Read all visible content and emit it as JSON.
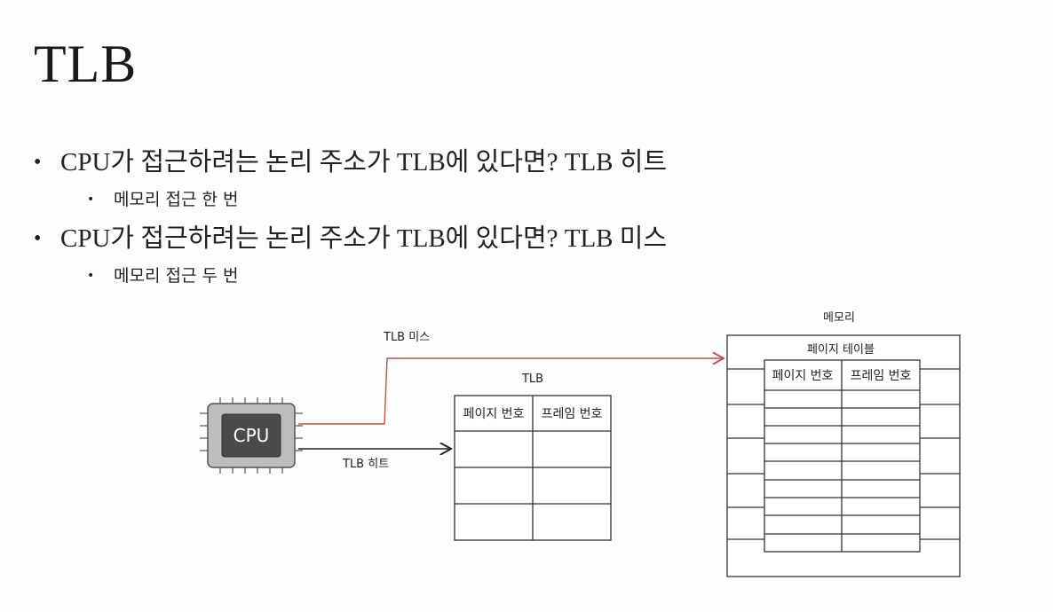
{
  "slide": {
    "title": "TLB",
    "bullets": [
      {
        "text": "CPU가 접근하려는 논리 주소가 TLB에 있다면? TLB 히트",
        "sub": "메모리 접근 한 번"
      },
      {
        "text": "CPU가 접근하려는 논리 주소가 TLB에 있다면? TLB 미스",
        "sub": "메모리 접근 두 번"
      }
    ]
  },
  "diagram": {
    "cpu_label": "CPU",
    "tlb_miss_label": "TLB 미스",
    "tlb_hit_label": "TLB 히트",
    "tlb_title": "TLB",
    "tlb_headers": [
      "페이지 번호",
      "프레임 번호"
    ],
    "memory_title": "메모리",
    "page_table_title": "페이지 테이블",
    "page_table_headers": [
      "페이지 번호",
      "프레임 번호"
    ],
    "colors": {
      "miss_arrow": "#c0504d",
      "hit_arrow": "#222222",
      "cpu_outer": "#b9b9b9",
      "cpu_inner": "#4a4a4a"
    }
  }
}
